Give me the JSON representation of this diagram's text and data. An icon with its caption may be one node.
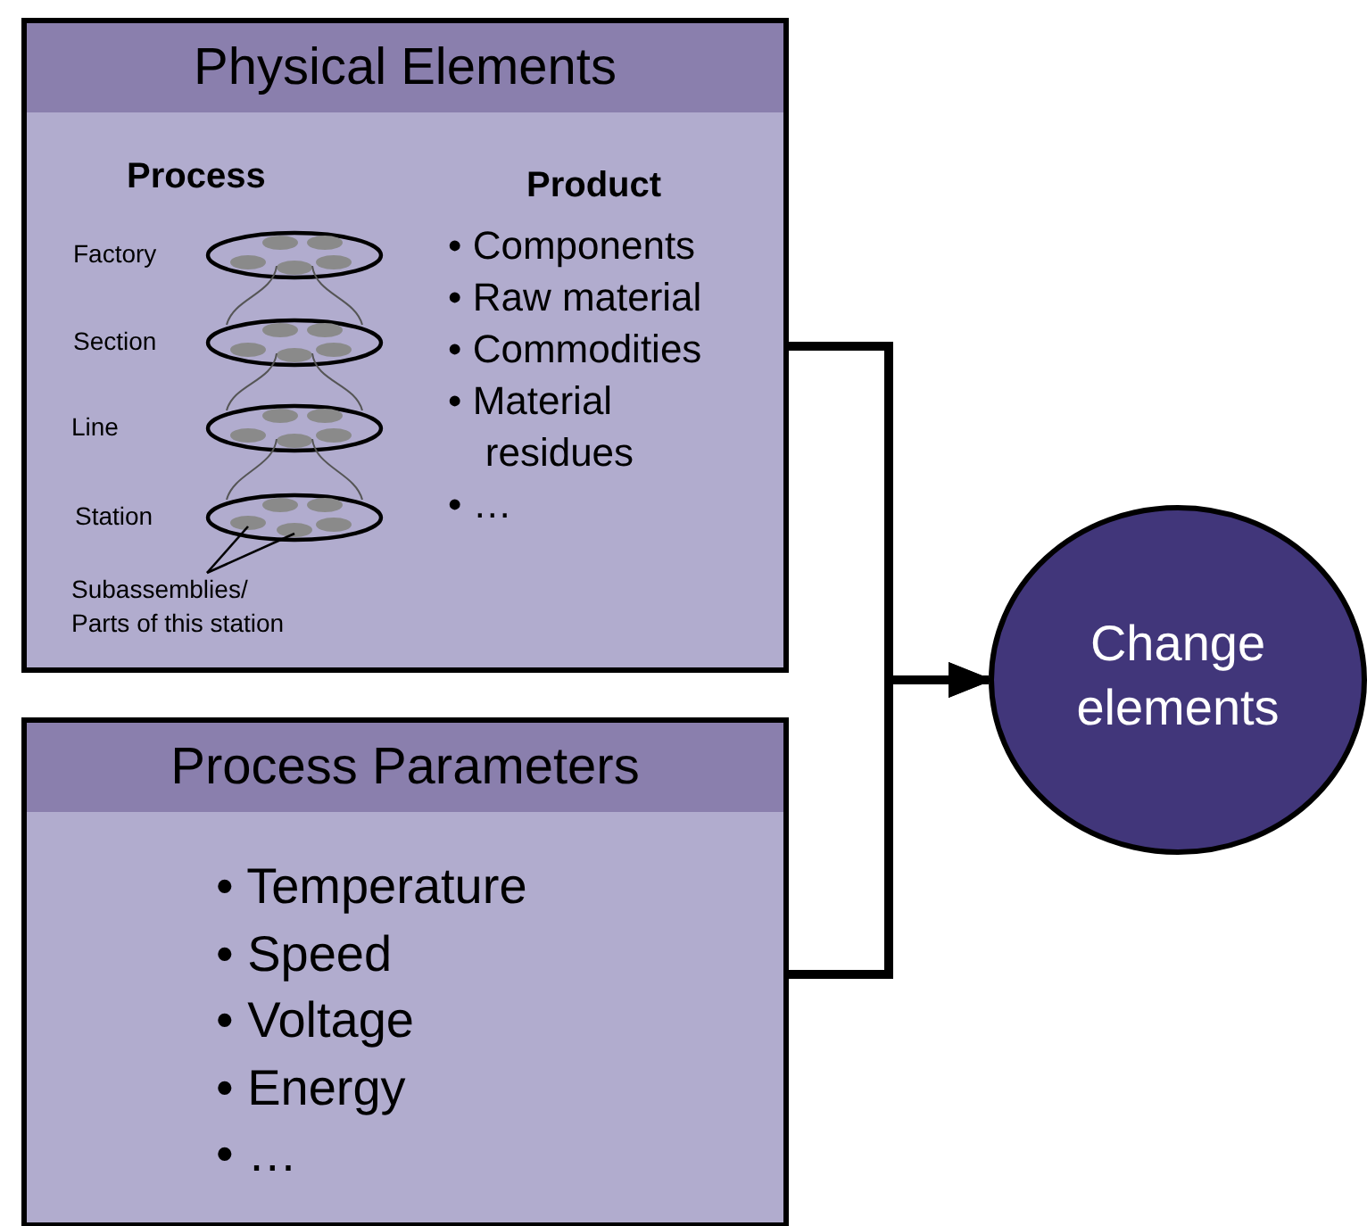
{
  "diagram": {
    "nodes": [
      {
        "text": [
          "Physical Elements",
          "Process",
          "Product",
          "• Components",
          "• Raw material",
          "• Commodities",
          "• Material residues",
          "• …"
        ]
      },
      {
        "text": [],
        "shape": "ellipse",
        "beside": [
          "Factory"
        ],
        "in": 0
      },
      {
        "text": [],
        "shape": "ellipse",
        "beside": [
          "Section"
        ],
        "in": 0
      },
      {
        "text": [],
        "shape": "ellipse",
        "beside": [
          "Line"
        ],
        "in": 0
      },
      {
        "text": [],
        "shape": "ellipse",
        "beside": [
          "Station"
        ],
        "in": 0
      },
      {
        "text": [],
        "shape": "ellipse",
        "in": 4
      },
      {
        "text": [],
        "shape": "ellipse",
        "in": 4
      },
      {
        "text": [
          "Subassemblies/ Parts of this station"
        ],
        "in": 0
      },
      {
        "text": [
          "Process Parameters",
          "• Temperature",
          "• Speed",
          "• Voltage",
          "• Energy",
          "• …"
        ]
      },
      {
        "text": [
          "Change elements"
        ]
      }
    ],
    "edges": [
      {
        "from": 0,
        "to": 9,
        "arrow": "to",
        "style": "thick"
      },
      {
        "from": 8,
        "to": 9,
        "arrow": "to",
        "style": "thick"
      },
      {
        "from": 1,
        "to": 2,
        "arrow": "none"
      },
      {
        "from": 1,
        "to": 2,
        "arrow": "none"
      },
      {
        "from": 2,
        "to": 3,
        "arrow": "none"
      },
      {
        "from": 2,
        "to": 3,
        "arrow": "none"
      },
      {
        "from": 3,
        "to": 4,
        "arrow": "none"
      },
      {
        "from": 3,
        "to": 4,
        "arrow": "none"
      },
      {
        "from": 7,
        "to": 5,
        "arrow": "none"
      },
      {
        "from": 7,
        "to": 6,
        "arrow": "none"
      }
    ]
  }
}
